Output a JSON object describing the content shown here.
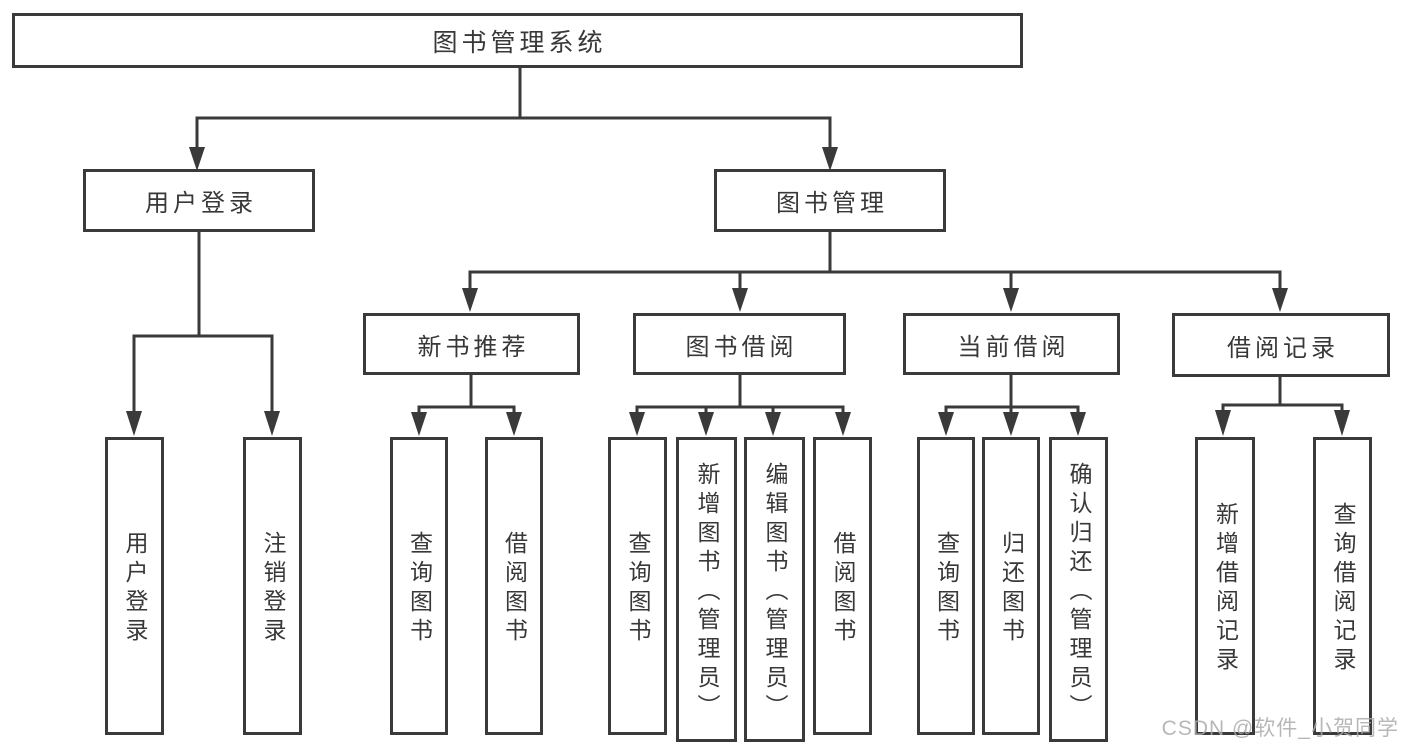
{
  "diagram_title": "图书管理系统",
  "colors": {
    "line": "#3a3a3a",
    "text": "#383838",
    "background": "#ffffff",
    "watermark": "#aaaaaa"
  },
  "tree": {
    "label": "图书管理系统",
    "children": [
      {
        "label": "用户登录",
        "children": [
          {
            "label": "用户登录"
          },
          {
            "label": "注销登录"
          }
        ]
      },
      {
        "label": "图书管理",
        "children": [
          {
            "label": "新书推荐",
            "children": [
              {
                "label": "查询图书"
              },
              {
                "label": "借阅图书"
              }
            ]
          },
          {
            "label": "图书借阅",
            "children": [
              {
                "label": "查询图书"
              },
              {
                "label": "新增图书（管理员）"
              },
              {
                "label": "编辑图书（管理员）"
              },
              {
                "label": "借阅图书"
              }
            ]
          },
          {
            "label": "当前借阅",
            "children": [
              {
                "label": "查询图书"
              },
              {
                "label": "归还图书"
              },
              {
                "label": "确认归还（管理员）"
              }
            ]
          },
          {
            "label": "借阅记录",
            "children": [
              {
                "label": "新增借阅记录"
              },
              {
                "label": "查询借阅记录"
              }
            ]
          }
        ]
      }
    ]
  },
  "watermark": "CSDN @软件_小贺同学"
}
